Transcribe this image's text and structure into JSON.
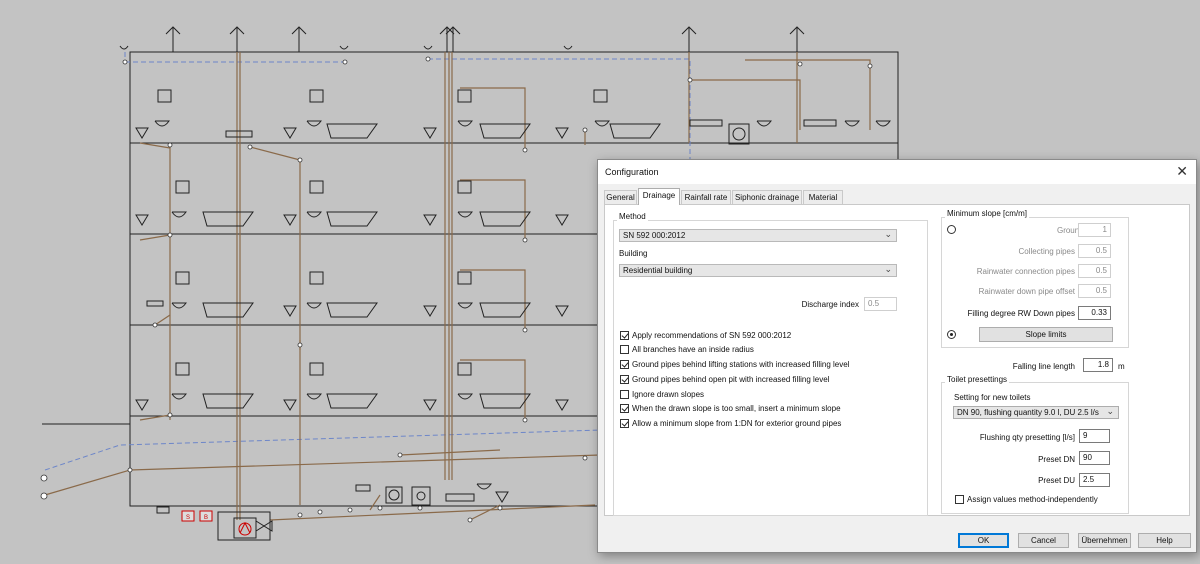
{
  "dialog": {
    "title": "Configuration",
    "tabs": [
      {
        "label": "General",
        "active": false
      },
      {
        "label": "Drainage",
        "active": true
      },
      {
        "label": "Rainfall rate",
        "active": false
      },
      {
        "label": "Siphonic drainage",
        "active": false
      },
      {
        "label": "Material",
        "active": false
      }
    ],
    "method": {
      "group_label": "Method",
      "method_value": "SN 592 000:2012",
      "building_label": "Building",
      "building_value": "Residential building",
      "discharge_label": "Discharge index",
      "discharge_value": "0.5"
    },
    "checkboxes": [
      {
        "label": "Apply recommendations of SN 592 000:2012",
        "checked": true
      },
      {
        "label": "All branches have an inside radius",
        "checked": false
      },
      {
        "label": "Ground pipes behind lifting stations with increased filling level",
        "checked": true
      },
      {
        "label": "Ground pipes behind open pit with increased filling level",
        "checked": true
      },
      {
        "label": "Ignore drawn slopes",
        "checked": false
      },
      {
        "label": "When the drawn slope is too small, insert a minimum slope",
        "checked": true
      },
      {
        "label": "Allow a minimum slope from 1:DN for exterior ground pipes",
        "checked": true
      }
    ],
    "min_slope": {
      "group_label": "Minimum slope [cm/m]",
      "rows": [
        {
          "label": "Ground pipes",
          "value": "1"
        },
        {
          "label": "Collecting pipes",
          "value": "0.5"
        },
        {
          "label": "Rainwater connection pipes",
          "value": "0.5"
        },
        {
          "label": "Rainwater down pipe offset",
          "value": "0.5"
        }
      ],
      "filling_label": "Filling degree RW Down pipes",
      "filling_value": "0.33",
      "slope_limits_button": "Slope limits"
    },
    "falling_line": {
      "label": "Falling line length",
      "value": "1.8",
      "unit": "m"
    },
    "toilet": {
      "group_label": "Toilet presettings",
      "setting_label": "Setting for new toilets",
      "setting_value": "DN  90, flushing quantity 9.0 l, DU 2.5 l/s",
      "flushing_label": "Flushing qty presetting [l/s]",
      "flushing_value": "9",
      "dn_label": "Preset DN",
      "dn_value": "90",
      "du_label": "Preset DU",
      "du_value": "2.5",
      "assign_label": "Assign values method-independently",
      "assign_checked": false
    },
    "buttons": {
      "ok": "OK",
      "cancel": "Cancel",
      "apply": "Übernehmen",
      "help": "Help"
    }
  },
  "drawing": {
    "alarm_labels": [
      "S",
      "B"
    ]
  }
}
